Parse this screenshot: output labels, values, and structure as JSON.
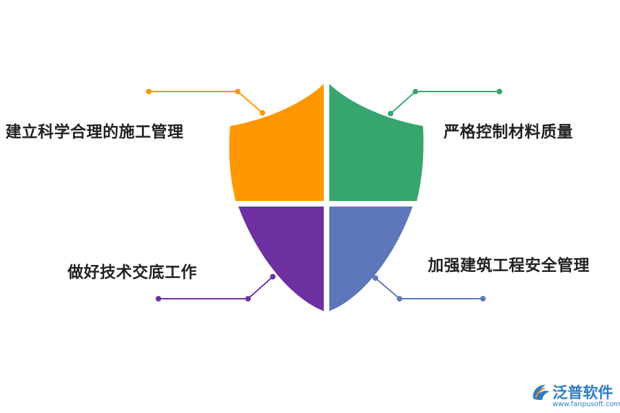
{
  "diagram": {
    "quadrants": [
      {
        "id": "tl",
        "label": "建立科学合理的施工管理",
        "color": "#FF9800"
      },
      {
        "id": "tr",
        "label": "严格控制材料质量",
        "color": "#36A66E"
      },
      {
        "id": "bl",
        "label": "做好技术交底工作",
        "color": "#6E30A0"
      },
      {
        "id": "br",
        "label": "加强建筑工程安全管理",
        "color": "#5E76BA"
      }
    ]
  },
  "logo": {
    "name": "泛普软件",
    "url": "www.fanpusoft.com",
    "color": "#2D7CC4",
    "icon": "fanpu-logo-icon"
  }
}
